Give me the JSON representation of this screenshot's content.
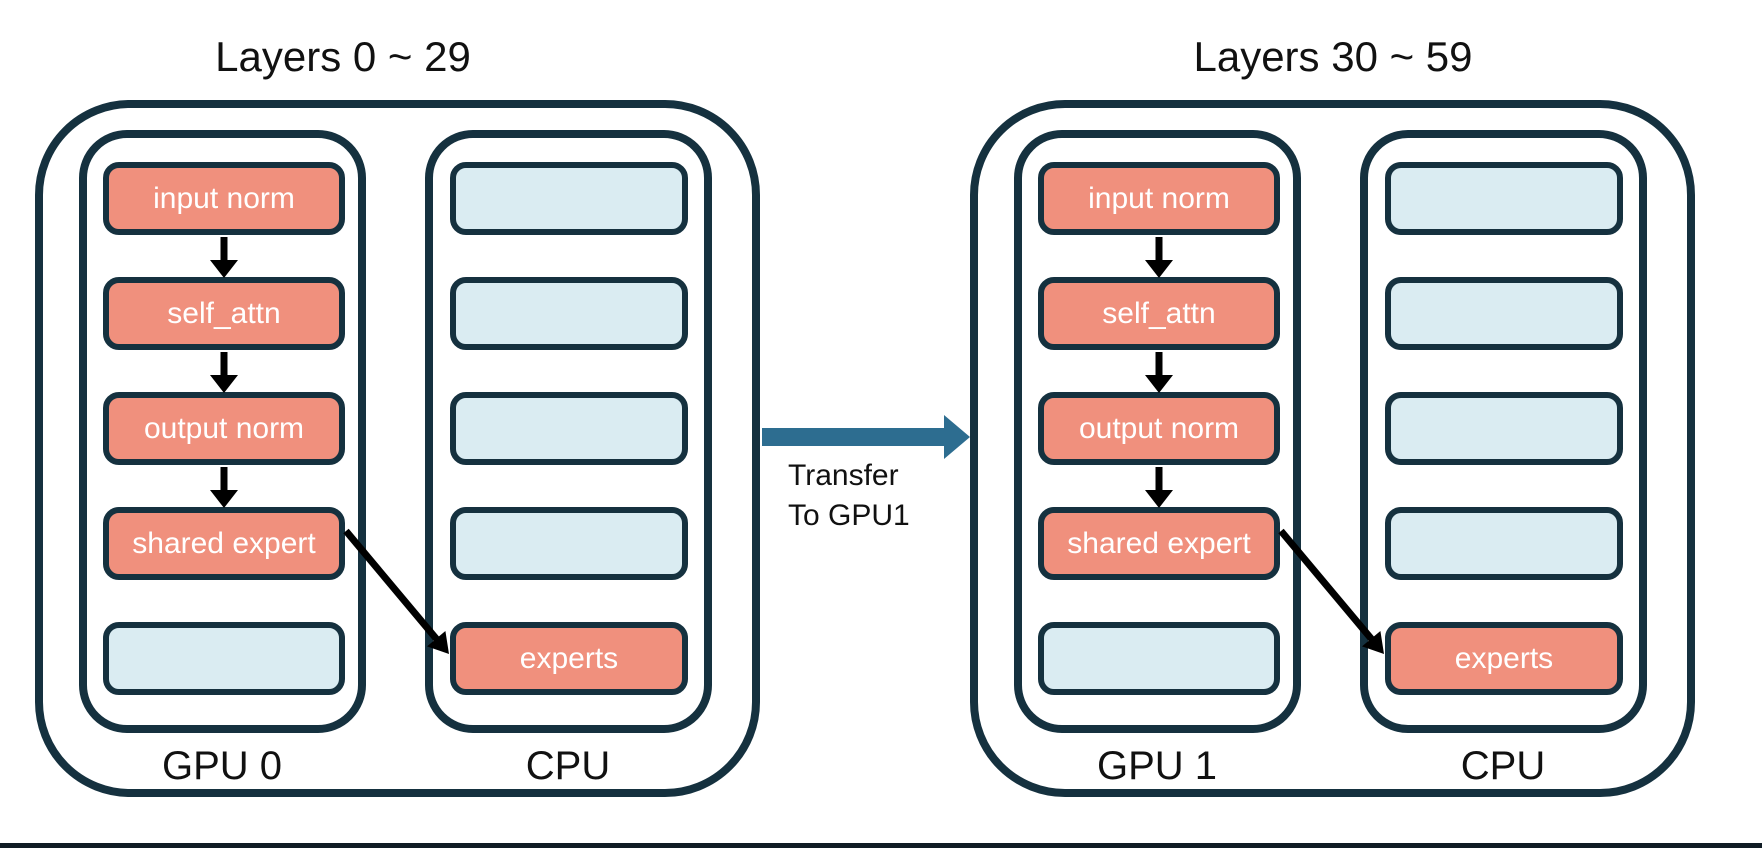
{
  "colors": {
    "outline_navy": "#15313f",
    "module_salmon": "#f0907d",
    "module_blue": "#daecf2",
    "transfer_arrow_blue": "#2d6d90",
    "flow_arrow_black": "#000000",
    "background": "#ffffff"
  },
  "groups": [
    {
      "title": "Layers 0 ~ 29",
      "gpu": {
        "label": "GPU 0",
        "boxes": [
          {
            "label": "input norm",
            "color": "salmon"
          },
          {
            "label": "self_attn",
            "color": "salmon"
          },
          {
            "label": "output norm",
            "color": "salmon"
          },
          {
            "label": "shared expert",
            "color": "salmon"
          },
          {
            "label": "",
            "color": "blue"
          }
        ]
      },
      "cpu": {
        "label": "CPU",
        "boxes": [
          {
            "label": "",
            "color": "blue"
          },
          {
            "label": "",
            "color": "blue"
          },
          {
            "label": "",
            "color": "blue"
          },
          {
            "label": "",
            "color": "blue"
          },
          {
            "label": "experts",
            "color": "salmon"
          }
        ]
      }
    },
    {
      "title": "Layers 30 ~ 59",
      "gpu": {
        "label": "GPU 1",
        "boxes": [
          {
            "label": "input norm",
            "color": "salmon"
          },
          {
            "label": "self_attn",
            "color": "salmon"
          },
          {
            "label": "output norm",
            "color": "salmon"
          },
          {
            "label": "shared expert",
            "color": "salmon"
          },
          {
            "label": "",
            "color": "blue"
          }
        ]
      },
      "cpu": {
        "label": "CPU",
        "boxes": [
          {
            "label": "",
            "color": "blue"
          },
          {
            "label": "",
            "color": "blue"
          },
          {
            "label": "",
            "color": "blue"
          },
          {
            "label": "",
            "color": "blue"
          },
          {
            "label": "experts",
            "color": "salmon"
          }
        ]
      }
    }
  ],
  "transfer": {
    "line1": "Transfer",
    "line2": "To GPU1"
  }
}
